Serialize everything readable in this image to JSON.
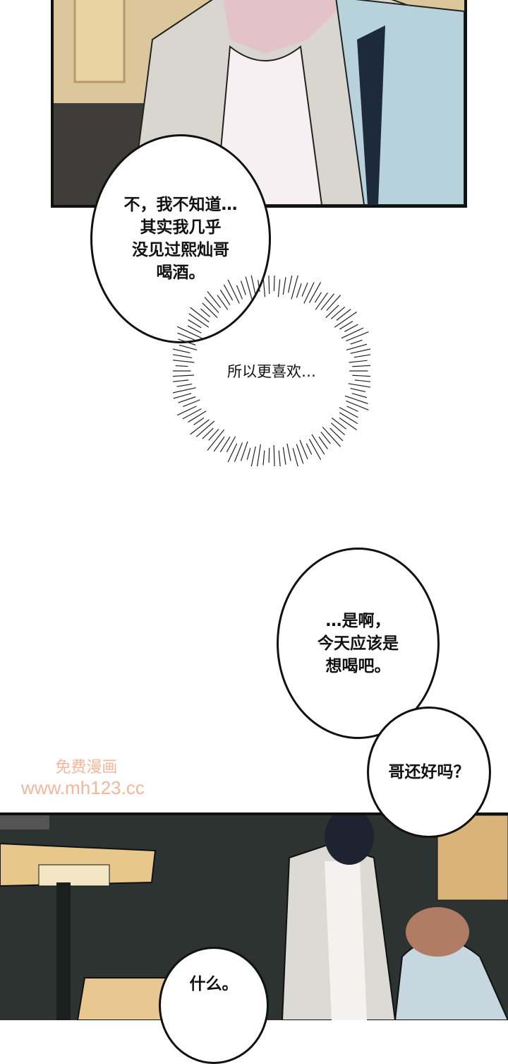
{
  "bubbles": {
    "b1": {
      "lines": [
        "不，我不知道…",
        "其实我几乎",
        "没见过熙灿哥",
        "喝酒。"
      ]
    },
    "b2": {
      "lines": [
        "所以更喜欢…"
      ]
    },
    "b3": {
      "lines": [
        "…是啊，",
        "今天应该是",
        "想喝吧。"
      ]
    },
    "b4": {
      "lines": [
        "哥还好吗？"
      ]
    },
    "b5": {
      "lines": [
        "什么。"
      ]
    }
  },
  "watermark": {
    "line1": "免费漫画",
    "line2": "www.mh123.cc"
  },
  "colors": {
    "panel_border": "#111111",
    "watermark": "#f5b59a"
  }
}
